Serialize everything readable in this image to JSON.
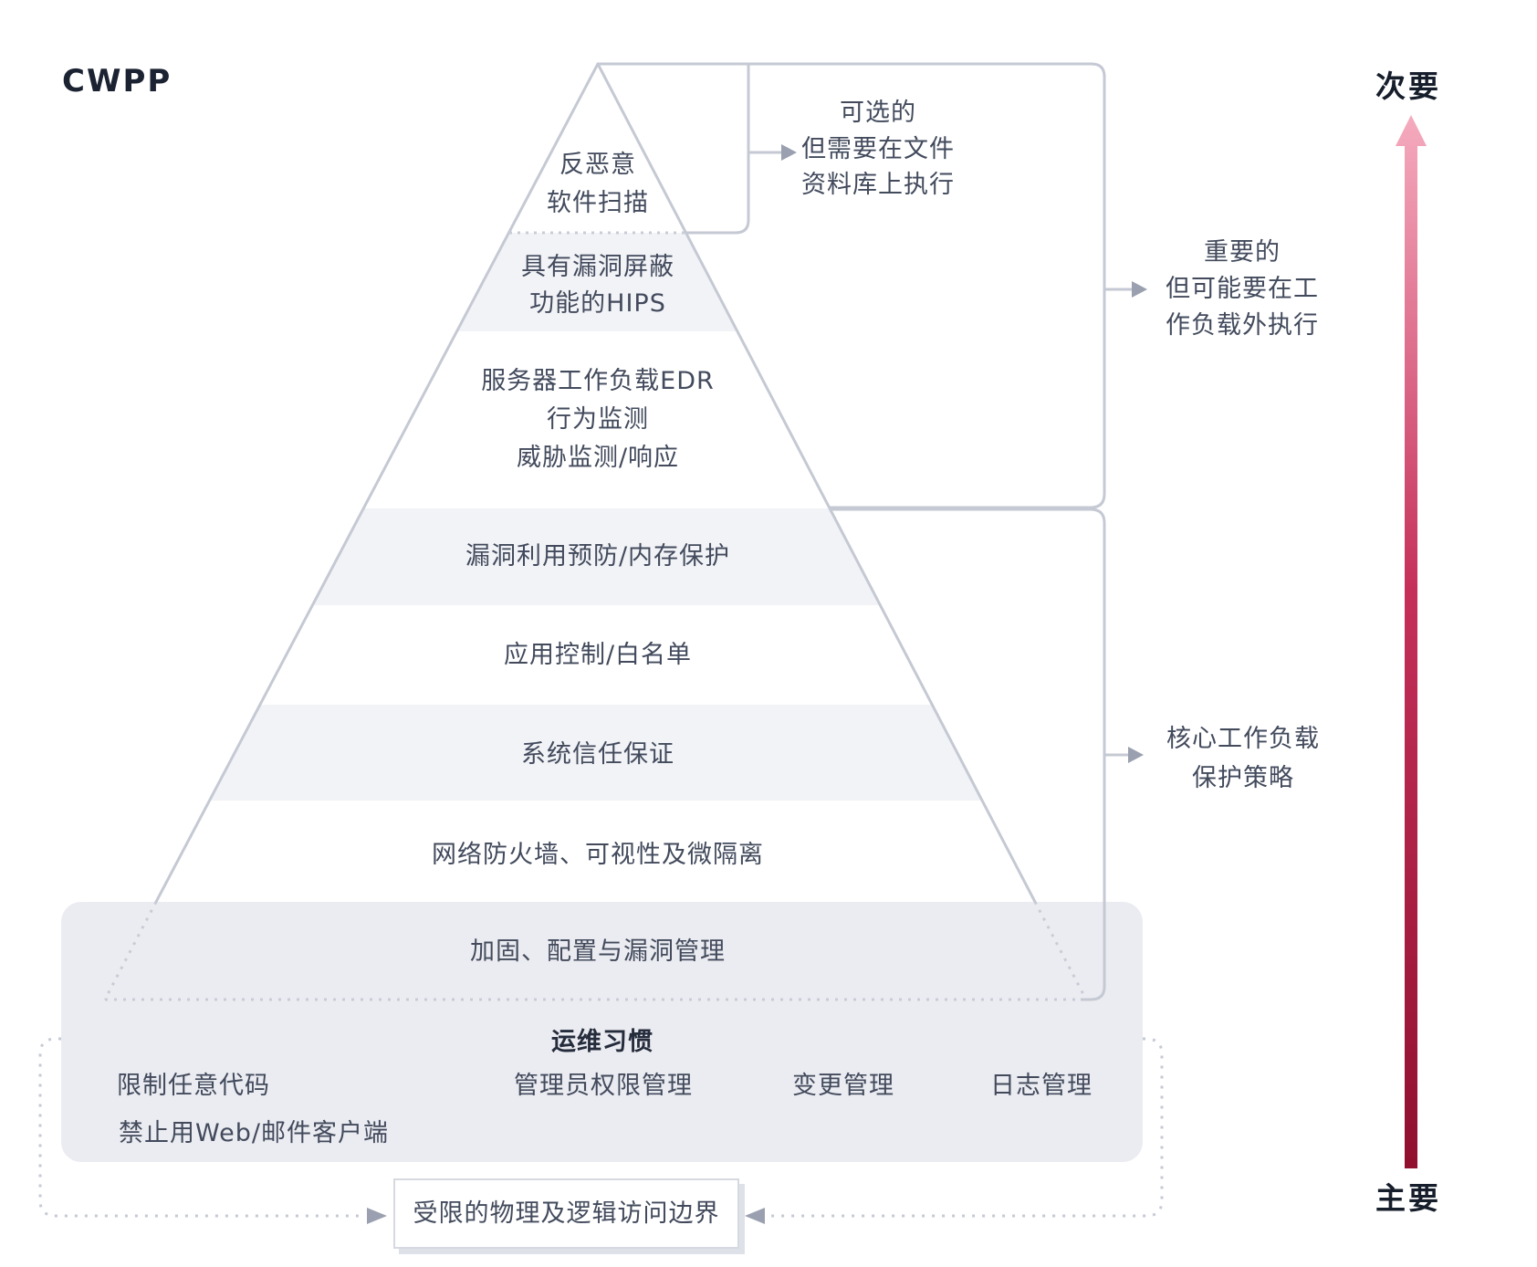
{
  "title": "CWPP",
  "colors": {
    "outline_gray": "#C5C9D3",
    "dotted_gray": "#C9CCD7",
    "band_gray_fill": "#F2F3F7",
    "ops_box_fill": "#EBECF1",
    "arrowhead_gray": "#9AA0AF",
    "text_dark": "#424A5C",
    "gradient_arrow_top_pink": "#F5ABBE",
    "gradient_arrow_mid_red": "#C5305A",
    "gradient_arrow_bottom_crimson": "#90102E"
  },
  "axis": {
    "top_label": "次要",
    "bottom_label": "主要"
  },
  "pyramid": {
    "layers": [
      {
        "name": "anti-malware-scanning",
        "lines": [
          "反恶意",
          "软件扫描"
        ]
      },
      {
        "name": "hips-vulnerability-shielding",
        "lines": [
          "具有漏洞屏蔽",
          "功能的HIPS"
        ]
      },
      {
        "name": "server-workload-edr",
        "lines": [
          "服务器工作负载EDR",
          "行为监测",
          "威胁监测/响应"
        ]
      },
      {
        "name": "exploit-prevention-memory-protection",
        "lines": [
          "漏洞利用预防/内存保护"
        ]
      },
      {
        "name": "application-control-whitelist",
        "lines": [
          "应用控制/白名单"
        ]
      },
      {
        "name": "system-trust-assurance",
        "lines": [
          "系统信任保证"
        ]
      },
      {
        "name": "network-firewall-microsegmentation",
        "lines": [
          "网络防火墙、可视性及微隔离"
        ]
      },
      {
        "name": "hardening-config-vuln-management",
        "lines": [
          "加固、配置与漏洞管理"
        ]
      }
    ]
  },
  "annotations": {
    "optional": {
      "lines": [
        "可选的",
        "但需要在文件",
        "资料库上执行"
      ]
    },
    "important": {
      "lines": [
        "重要的",
        "但可能要在工",
        "作负载外执行"
      ]
    },
    "core": {
      "lines": [
        "核心工作负载",
        "保护策略"
      ]
    }
  },
  "operations": {
    "heading": "运维习惯",
    "row_items": [
      "限制任意代码",
      "管理员权限管理",
      "变更管理",
      "日志管理"
    ],
    "second_line_item": "禁止用Web/邮件客户端"
  },
  "boundary_box": {
    "label": "受限的物理及逻辑访问边界"
  }
}
